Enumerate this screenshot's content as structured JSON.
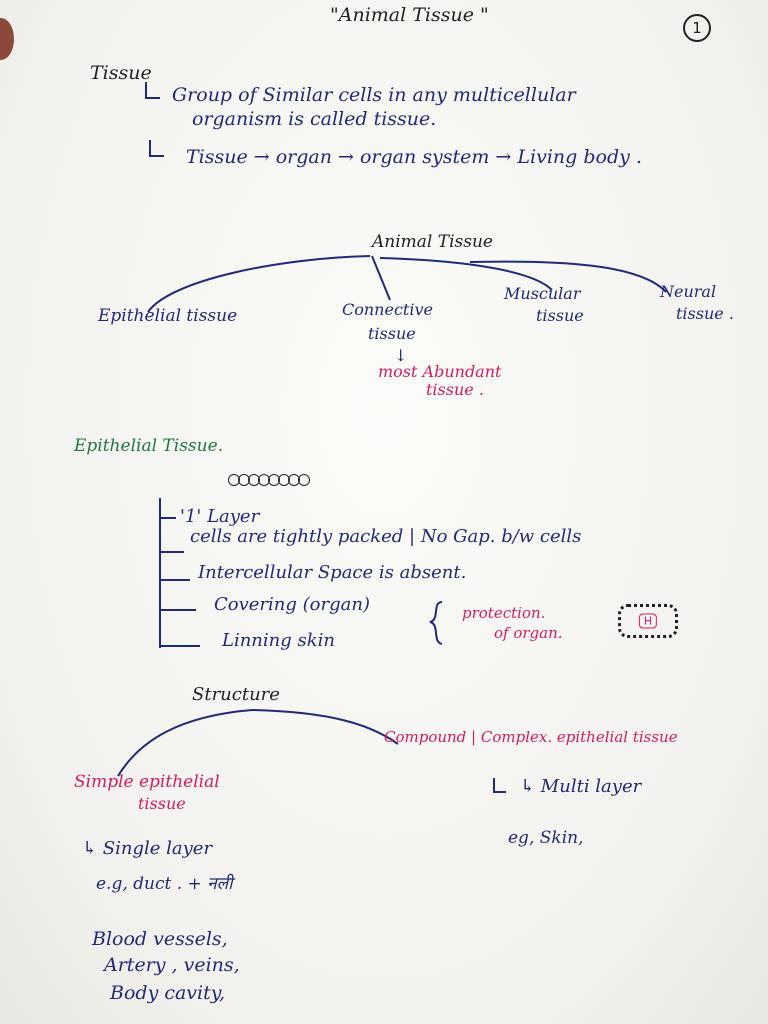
{
  "header": {
    "title": "\"Animal Tissue \"",
    "page_number": "1"
  },
  "tissue_section": {
    "heading": "Tissue",
    "arrow": "↳",
    "definition_line1": "Group of Similar cells in any multicellular",
    "definition_line2": "organism is called tissue.",
    "hierarchy": "Tissue → organ → organ system → Living body ."
  },
  "animal_tissue_tree": {
    "root": "Animal Tissue",
    "branches": [
      {
        "line1": "Epithelial tissue",
        "line2": ""
      },
      {
        "line1": "Connective",
        "line2": "tissue"
      },
      {
        "line1": "Muscular",
        "line2": "tissue"
      },
      {
        "line1": "Neural",
        "line2": "tissue ."
      }
    ],
    "note_arrow": "↓",
    "note_line1": "most Abundant",
    "note_line2": "tissue ."
  },
  "epithelial_section": {
    "heading": "Epithelial Tissue.",
    "points": [
      "'1' Layer",
      "cells are tightly packed | No Gap. b/w cells",
      "Intercellular Space is absent.",
      "Covering (organ)",
      "Linning skin"
    ],
    "brace_note_line1": "protection.",
    "brace_note_line2": "of organ.",
    "icon_letter": "H"
  },
  "structure_section": {
    "heading": "Structure",
    "simple_line1": "Simple epithelial",
    "simple_line2": "tissue",
    "compound": "Compound | Complex. epithelial tissue",
    "simple_points": [
      "↳ Single layer",
      "e.g, duct . + नली",
      "Blood vessels,",
      "Artery , veins,",
      "Body cavity,"
    ],
    "compound_points": [
      "↳ Multi layer",
      "eg, Skin,"
    ]
  },
  "colors": {
    "ink_blue": "#1f2a7a",
    "ink_pink": "#d81b60",
    "ink_green": "#1b7a3a",
    "ink_black": "#222222"
  }
}
